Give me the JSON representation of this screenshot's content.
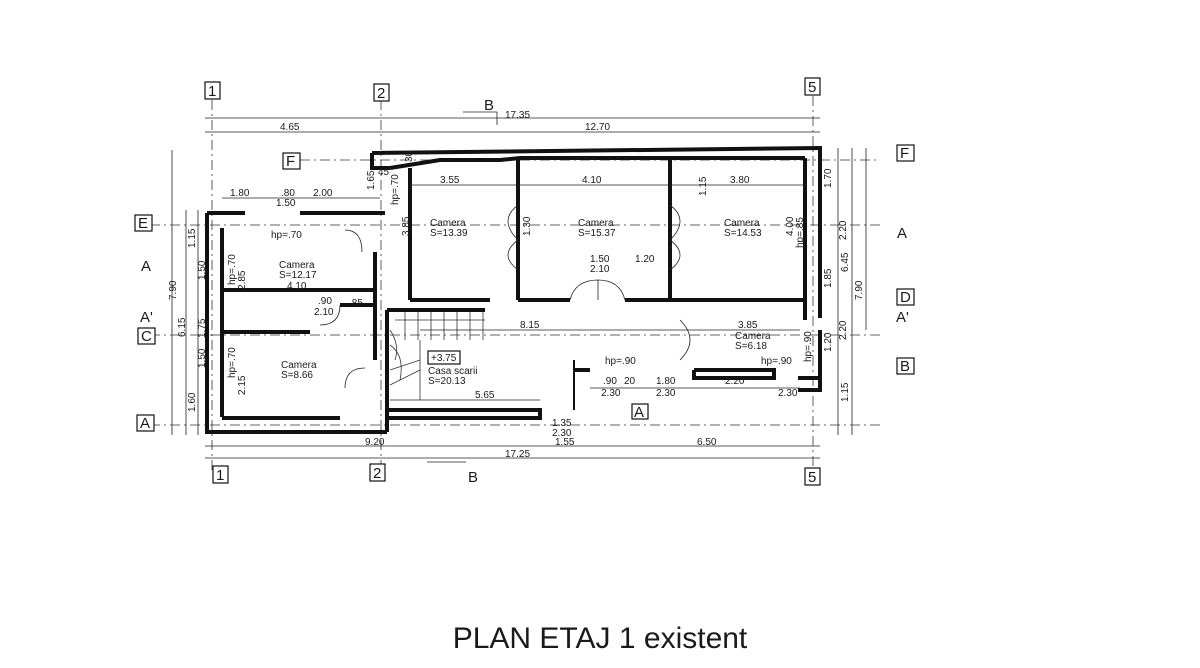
{
  "title": "PLAN ETAJ 1 existent",
  "axes": {
    "vertical": [
      "1",
      "2",
      "5"
    ],
    "horizontal": [
      "F",
      "E",
      "C",
      "A"
    ]
  },
  "section_marks": {
    "b": "B",
    "a": "A",
    "a_prime": "A'",
    "d": "D",
    "f": "F",
    "e": "E",
    "c": "C"
  },
  "rooms": [
    {
      "name": "Camera",
      "area": "S=13.39"
    },
    {
      "name": "Camera",
      "area": "S=15.37"
    },
    {
      "name": "Camera",
      "area": "S=14.53"
    },
    {
      "name": "Camera",
      "area": "S=12.17"
    },
    {
      "name": "Camera",
      "area": "S=8.66"
    },
    {
      "name": "Casa scarii",
      "area": "S=20.13"
    },
    {
      "name": "Camera",
      "area": "S=6.18"
    }
  ],
  "level_mark": "+3.75",
  "dimensions": {
    "overall_top": "17.35",
    "top_left": "4.65",
    "top_right": "12.70",
    "overall_bottom": "17.25",
    "bottom_left": "9.20",
    "bottom_right": "6.50",
    "corridor": "8.15",
    "stair_width": "5.65",
    "left_total": "7.90",
    "left_partial": "6.15",
    "right_total": "6.45",
    "d355": "3.55",
    "d410a": "4.10",
    "d380": "3.80",
    "d180": "1.80",
    "d080": ".80",
    "d200": "2.00",
    "d150": "1.50",
    "d150b": "1.50",
    "d210": "2.10",
    "d120": "1.20",
    "d385": "3.85",
    "d410b": "4.10",
    "d090": ".90",
    "d085": ".85",
    "d210b": "2.10",
    "d180b": "1.80",
    "d230": "2.30",
    "d220": "2.20",
    "d230b": "2.30",
    "d135": "1.35",
    "d230c": "2.30",
    "d155": "1.55",
    "d165": "1.65",
    "d045": "45",
    "d030": "30",
    "d115": "1.15",
    "d170": "1.70",
    "d220b": "2.20",
    "d185": "1.85",
    "d160": "1.60",
    "d285": "2.85",
    "d215": "2.15",
    "d175": "1.75",
    "d130": "1.30",
    "d090b": ".90",
    "d020": "20",
    "d230d": "2.30",
    "d400": "4.00"
  },
  "heights": {
    "hp70a": "hp=.70",
    "hp70b": "hp=.70",
    "hp70c": "hp=.70",
    "hp70d": "hp=.70",
    "hp85": "hp=.85",
    "hp90a": "hp=.90",
    "hp90b": "hp=.90",
    "hp90c": "hp=.90"
  }
}
